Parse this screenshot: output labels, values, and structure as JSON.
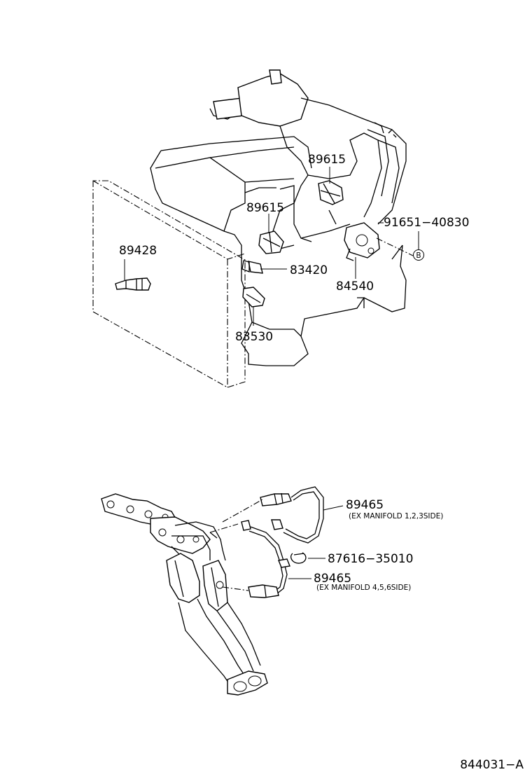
{
  "parts": {
    "p89615_upper": "89615",
    "p89615_lower": "89615",
    "p91651": "91651−40830",
    "p89428": "89428",
    "p83420": "83420",
    "p84540": "84540",
    "p83530": "83530",
    "p89465_a": "89465",
    "p89465_a_note": "(EX MANIFOLD 1,2,3SIDE)",
    "p87616": "87616−35010",
    "p89465_b": "89465",
    "p89465_b_note": "(EX MANIFOLD 4,5,6SIDE)",
    "marker_b": "B"
  },
  "footer": {
    "ref_code": "844031−A"
  }
}
